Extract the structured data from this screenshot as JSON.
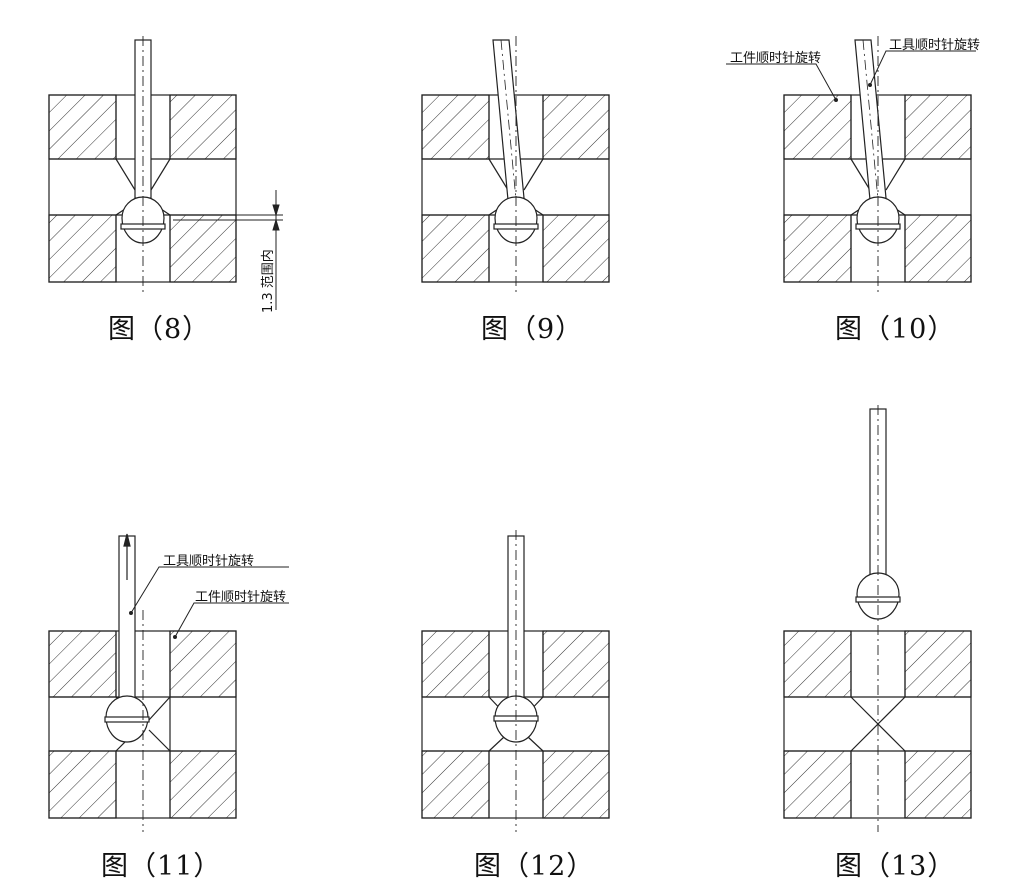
{
  "figures": [
    {
      "id": "fig8",
      "caption": "图（8）"
    },
    {
      "id": "fig9",
      "caption": "图（9）"
    },
    {
      "id": "fig10",
      "caption": "图（10）"
    },
    {
      "id": "fig11",
      "caption": "图（11）"
    },
    {
      "id": "fig12",
      "caption": "图（12）"
    },
    {
      "id": "fig13",
      "caption": "图（13）"
    }
  ],
  "annotations": {
    "tool_clockwise": "工具顺时针旋转",
    "workpiece_clockwise": "工件顺时针旋转",
    "range_dimension": "1.3 范围内"
  }
}
